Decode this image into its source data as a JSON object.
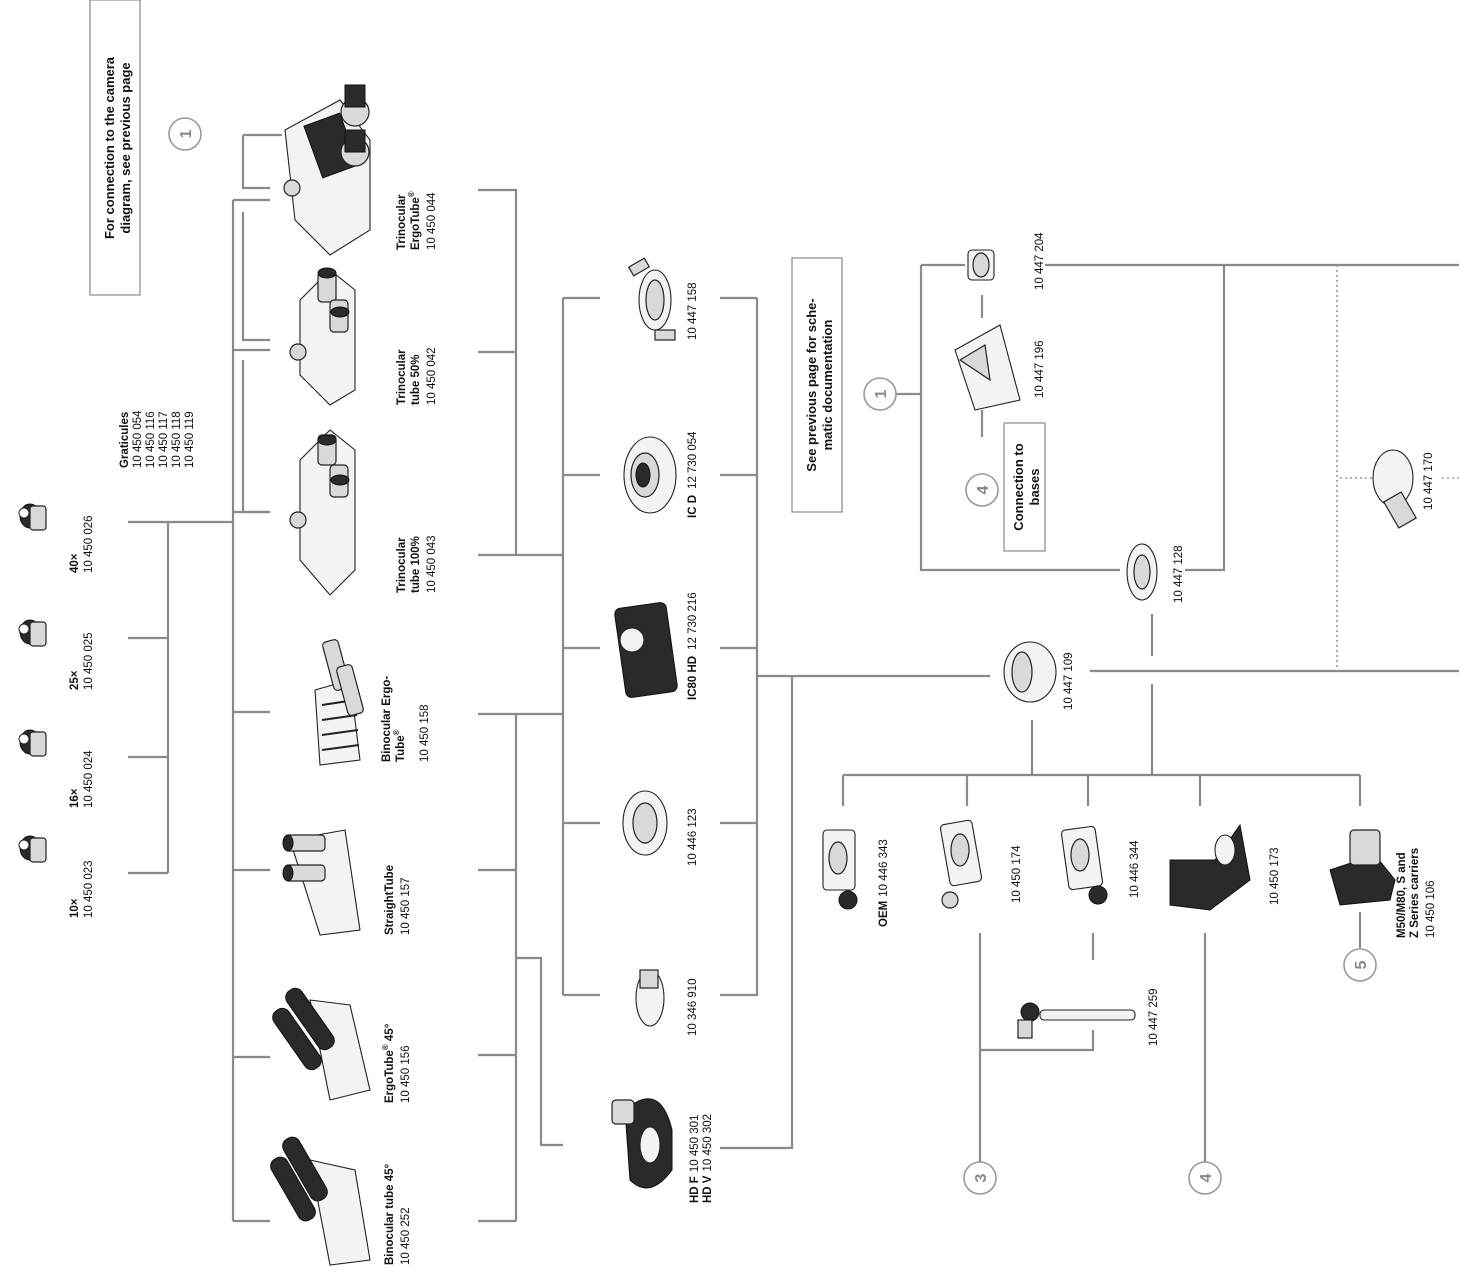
{
  "notes": {
    "camera_connection": [
      "For connection to the camera",
      "diagram, see previous page"
    ],
    "schematic": [
      "See previous page for sche-",
      "matic documentation"
    ],
    "connection_bases": [
      "Connection to",
      "bases"
    ]
  },
  "eyepieces": [
    {
      "mag": "10×",
      "code": "10 450 023"
    },
    {
      "mag": "16×",
      "code": "10 450 024"
    },
    {
      "mag": "25×",
      "code": "10 450 025"
    },
    {
      "mag": "40×",
      "code": "10 450 026"
    }
  ],
  "graticules": {
    "title": "Graticules",
    "codes": [
      "10 450 054",
      "10 450 116",
      "10 450 117",
      "10 450 118",
      "10 450 119"
    ]
  },
  "tubes": {
    "trino_ergo": {
      "l1": "Trinocular",
      "l2": "ErgoTube",
      "reg": "®",
      "code": "10 450 044"
    },
    "trino_50": {
      "l1": "Trinocular",
      "l2": "tube 50%",
      "code": "10 450 042"
    },
    "trino_100": {
      "l1": "Trinocular",
      "l2": "tube 100%",
      "code": "10 450 043"
    },
    "bino_ergo": {
      "l1": "Binocular Ergo-",
      "l2": "Tube",
      "reg": "®",
      "code": "10 450 158"
    },
    "straight": {
      "l1": "StraightTube",
      "code": "10 450 157"
    },
    "ergo45": {
      "l1": "ErgoTube",
      "reg": "®",
      "l1b": " 45°",
      "code": "10 450 156"
    },
    "bino45": {
      "l1": "Binocular tube 45°",
      "code": "10 450 252"
    }
  },
  "adapters": {
    "a158": {
      "code": "10 447 158"
    },
    "icd": {
      "name": "IC D",
      "code": "12 730 054"
    },
    "ic80": {
      "name": "IC80 HD",
      "code": "12 730 216"
    },
    "a123": {
      "code": "10 446 123"
    },
    "a910": {
      "code": "10 346 910"
    },
    "hd": {
      "name1": "HD F",
      "code1": "10 450 301",
      "name2": "HD V",
      "code2": "10 450 302"
    }
  },
  "right": {
    "a204": "10 447 204",
    "a196": "10 447 196",
    "a128": "10 447 128",
    "a170": "10 447 170",
    "a109": "10 447 109",
    "oem": {
      "name": "OEM",
      "code": "10 446 343"
    },
    "c174": "10 450 174",
    "c344": "10 446 344",
    "c173": "10 450 173",
    "carriers": {
      "l1": "M50/M80, S and",
      "l2": "Z Series carriers",
      "code": "10 450 106"
    },
    "a259": "10 447 259"
  },
  "markers": {
    "m1": "1",
    "m3": "3",
    "m4": "4",
    "m5": "5"
  }
}
